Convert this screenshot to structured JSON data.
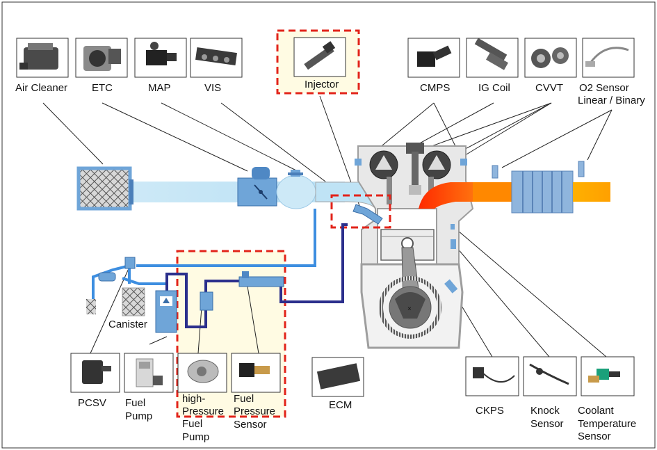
{
  "components": {
    "air_cleaner": "Air Cleaner",
    "etc": "ETC",
    "map": "MAP",
    "vis": "VIS",
    "injector": "Injector",
    "cmps": "CMPS",
    "ig_coil": "IG Coil",
    "cvvt": "CVVT",
    "o2_sensor_line1": "O2 Sensor",
    "o2_sensor_line2": "Linear / Binary",
    "canister": "Canister",
    "pcsv": "PCSV",
    "fuel_pump_line1": "Fuel",
    "fuel_pump_line2": "Pump",
    "hp_fuel_pump_line1": "high-",
    "hp_fuel_pump_line2": "Pressure",
    "hp_fuel_pump_line3": "Fuel",
    "hp_fuel_pump_line4": "Pump",
    "fuel_pressure_sensor_line1": "Fuel",
    "fuel_pressure_sensor_line2": "Pressure",
    "fuel_pressure_sensor_line3": "Sensor",
    "ecm": "ECM",
    "ckps": "CKPS",
    "knock_sensor_line1": "Knock",
    "knock_sensor_line2": "Sensor",
    "coolant_sensor_line1": "Coolant",
    "coolant_sensor_line2": "Temperature",
    "coolant_sensor_line3": "Sensor"
  },
  "colors": {
    "intake_air": "#bfe3f5",
    "intake_part": "#6fa5d8",
    "exhaust_hot": "#ff3b00",
    "exhaust_warm": "#ffa500",
    "vapor_line": "#3d8ee0",
    "fuel_line": "#2b2f8c",
    "highlight_dash": "#e2231a",
    "highlight_fill": "#fffbe3",
    "engine_body": "#9e9e9e"
  }
}
